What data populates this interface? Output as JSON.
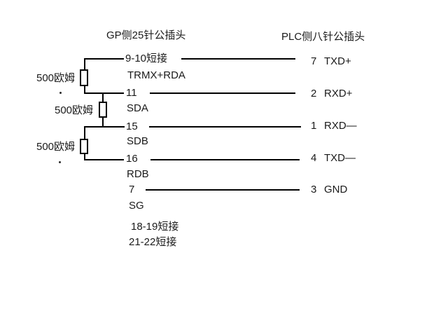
{
  "diagram": {
    "background": "#ffffff",
    "line_color": "#000000",
    "text_color": "#1a1a1a",
    "gp_title": "GP侧25针公插头",
    "plc_title": "PLC侧八针公插头",
    "resistor_labels": [
      "500欧姆",
      "500欧姆",
      "500欧姆"
    ],
    "resistor_symbol": "box-resistor",
    "rows": [
      {
        "gp_pin": "9-10短接",
        "gp_signal": "TRMX+RDA",
        "plc_pin": "7",
        "plc_signal": "TXD+"
      },
      {
        "gp_pin": "11",
        "gp_signal": "SDA",
        "plc_pin": "2",
        "plc_signal": "RXD+"
      },
      {
        "gp_pin": "15",
        "gp_signal": "SDB",
        "plc_pin": "1",
        "plc_signal": "RXD—"
      },
      {
        "gp_pin": "16",
        "gp_signal": "RDB",
        "plc_pin": "4",
        "plc_signal": "TXD—"
      },
      {
        "gp_pin": "7",
        "gp_signal": "SG",
        "plc_pin": "3",
        "plc_signal": "GND"
      }
    ],
    "notes": [
      "18-19短接",
      "21-22短接"
    ]
  }
}
